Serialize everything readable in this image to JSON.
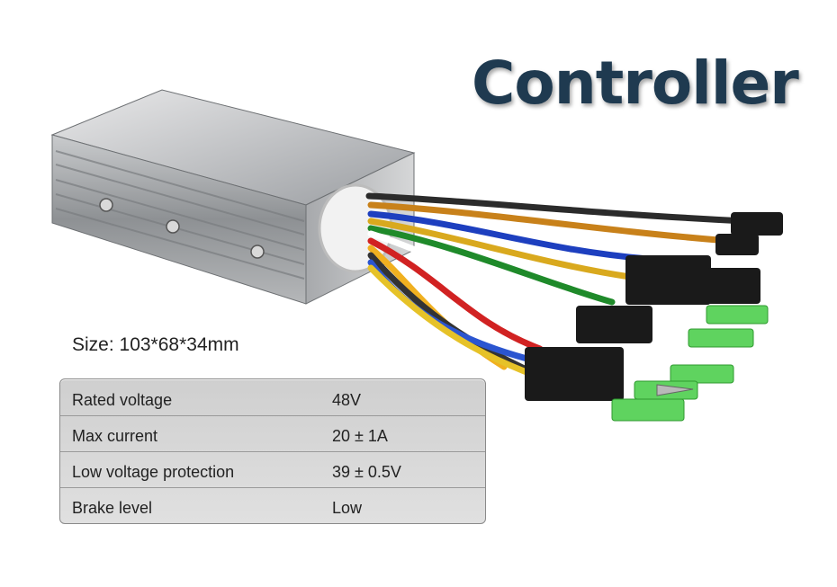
{
  "title": "Controller",
  "size_label": "Size: 103*68*34mm",
  "specs": [
    {
      "label": "Rated voltage",
      "value": "48V"
    },
    {
      "label": "Max current",
      "value": "20 ± 1A"
    },
    {
      "label": "Low voltage protection",
      "value": "39 ± 0.5V"
    },
    {
      "label": "Brake level",
      "value": "Low"
    }
  ],
  "colors": {
    "title": "#1f3a50",
    "table_bg": "#d6d6d6",
    "connector": "#1a1a1a",
    "terminal_green": "#5fd35f"
  },
  "icons": [
    "controller-box-illustration",
    "wire-harness",
    "connector-plug",
    "green-terminal"
  ]
}
